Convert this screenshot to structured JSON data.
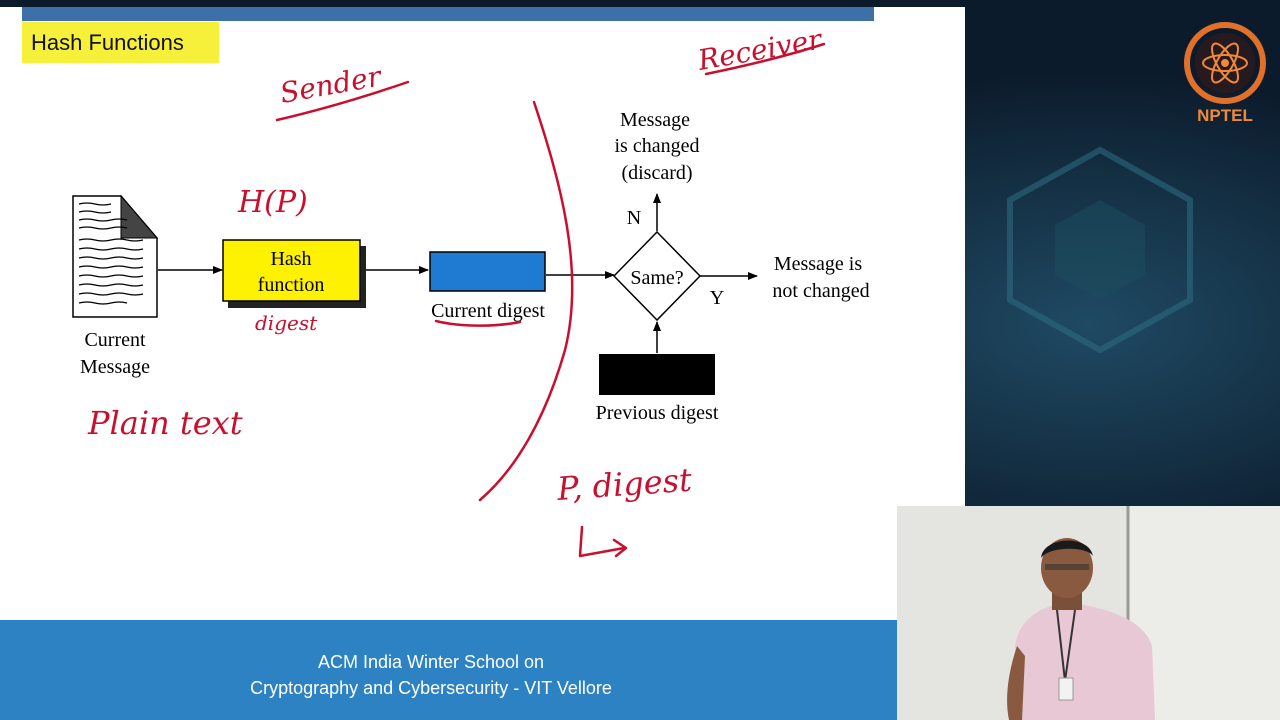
{
  "slide": {
    "title": "Hash Functions"
  },
  "diagram": {
    "current_message_line1": "Current",
    "current_message_line2": "Message",
    "hash_function_line1": "Hash",
    "hash_function_line2": "function",
    "current_digest": "Current digest",
    "decision": "Same?",
    "no_label": "N",
    "yes_label": "Y",
    "changed_line1": "Message",
    "changed_line2": "is changed",
    "changed_line3": "(discard)",
    "not_changed_line1": "Message is",
    "not_changed_line2": "not changed",
    "previous_digest": "Previous digest",
    "colors": {
      "hash_box": "#fff200",
      "current_digest_box": "#1f7ad1",
      "previous_digest_box": "#000000",
      "annotation_ink": "#c8102e"
    }
  },
  "annotations": {
    "sender": "Sender",
    "receiver": "Receiver",
    "hp": "H(P)",
    "digest": "digest",
    "plain_text": "Plain text",
    "p_digest": "P, digest"
  },
  "footer": {
    "line1": "ACM India Winter School on",
    "line2": "Cryptography and Cybersecurity - VIT Vellore"
  },
  "logo": {
    "text": "NPTEL"
  }
}
